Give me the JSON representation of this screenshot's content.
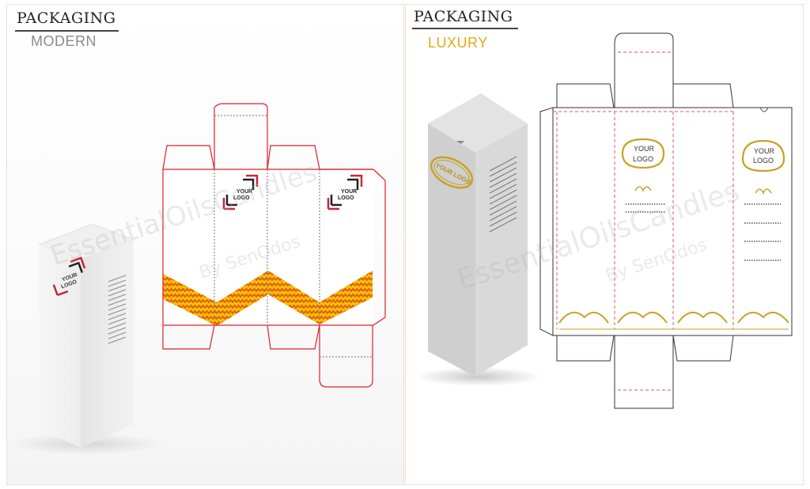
{
  "left_panel": {
    "title": "PACKAGING",
    "subtitle": "MODERN",
    "subtitle_color": "#8a8a8a",
    "dieline_color": "#e0202a",
    "pattern_colors": [
      "#f2c200",
      "#e8541a"
    ],
    "logo_line1": "YOUR",
    "logo_line2": "LOGO",
    "logo_colors": [
      "#c8283c",
      "#222222"
    ]
  },
  "right_panel": {
    "title": "PACKAGING",
    "subtitle": "LUXURY",
    "subtitle_color": "#e5a812",
    "gold_color": "#c9a227",
    "dashed_color": "#e05560",
    "logo_line1": "YOUR",
    "logo_line2": "LOGO",
    "box_logo": "YOUR LOGO"
  },
  "watermark": {
    "brand": "EssentialOilsCandles",
    "by": "By SenOdos"
  }
}
